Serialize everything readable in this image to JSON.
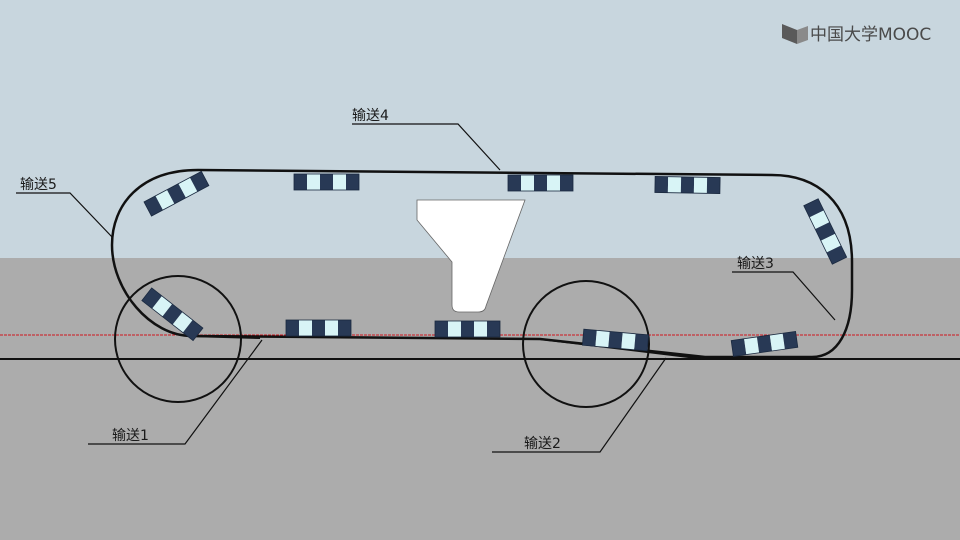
{
  "brand": {
    "text": "中国大学MOOC",
    "icon": "mooc-logo-icon"
  },
  "labels": {
    "conveyor1": "输送1",
    "conveyor2": "输送2",
    "conveyor3": "输送3",
    "conveyor4": "输送4",
    "conveyor5": "输送5"
  },
  "colors": {
    "sky": "#c8d6de",
    "ground": "#acacac",
    "track": "#111111",
    "reference_line": "#d0161e",
    "carrier_dark": "#283955",
    "carrier_light": "#d8f4f6",
    "hopper": "#ffffff"
  }
}
